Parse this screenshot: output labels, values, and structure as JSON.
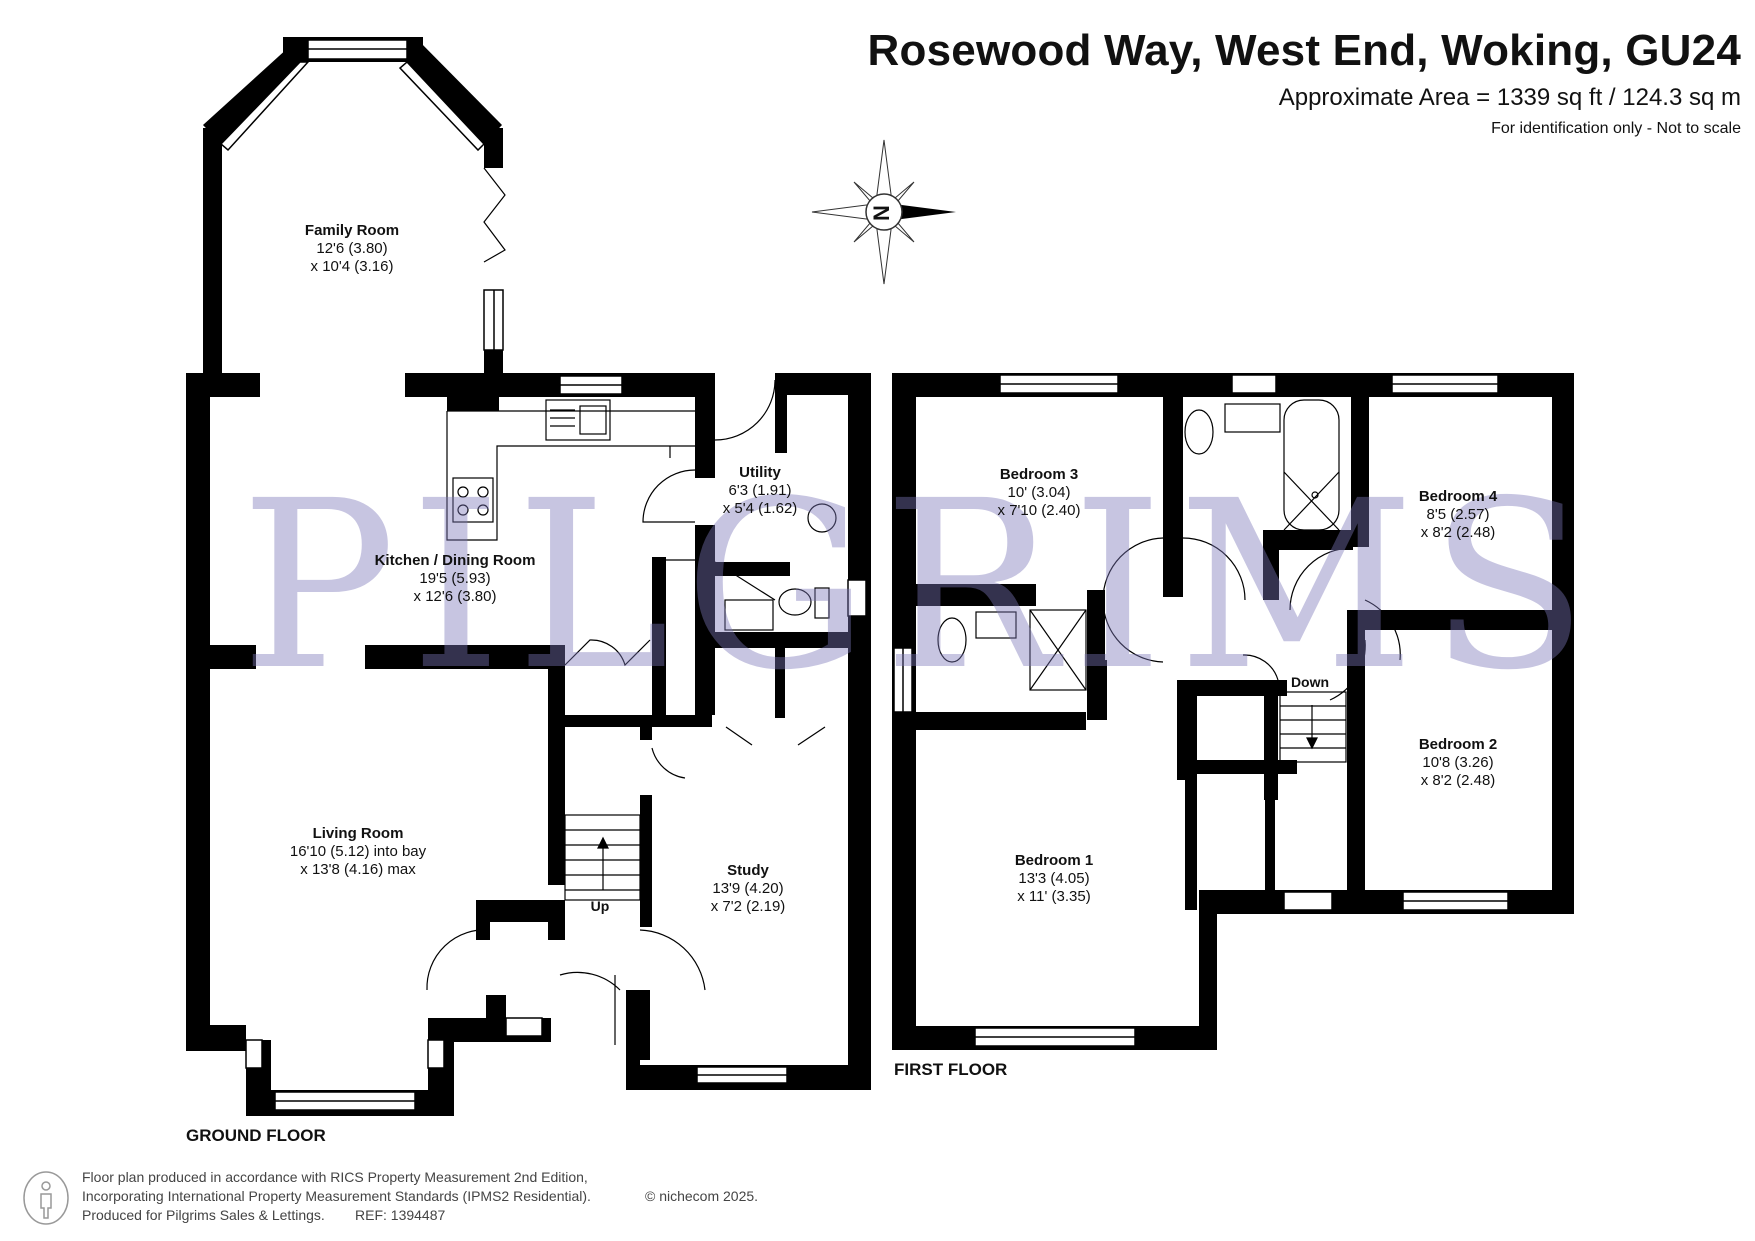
{
  "header": {
    "title": "Rosewood Way, West End, Woking, GU24",
    "area": "Approximate Area = 1339 sq ft / 124.3 sq m",
    "note": "For identification only - Not to scale"
  },
  "compass": {
    "letter": "N"
  },
  "watermark": {
    "text": "PILGRIMS",
    "color": "#7c77b9"
  },
  "floors": {
    "ground": {
      "label": "GROUND FLOOR",
      "stair_label": "Up",
      "rooms": [
        {
          "name": "Family Room",
          "dims": [
            "12'6 (3.80)",
            "x 10'4 (3.16)"
          ]
        },
        {
          "name": "Kitchen / Dining Room",
          "dims": [
            "19'5 (5.93)",
            "x 12'6 (3.80)"
          ]
        },
        {
          "name": "Utility",
          "dims": [
            "6'3 (1.91)",
            "x 5'4 (1.62)"
          ]
        },
        {
          "name": "Living Room",
          "dims": [
            "16'10 (5.12) into bay",
            "x 13'8 (4.16) max"
          ]
        },
        {
          "name": "Study",
          "dims": [
            "13'9 (4.20)",
            "x 7'2 (2.19)"
          ]
        }
      ]
    },
    "first": {
      "label": "FIRST FLOOR",
      "stair_label": "Down",
      "rooms": [
        {
          "name": "Bedroom 3",
          "dims": [
            "10' (3.04)",
            "x 7'10 (2.40)"
          ]
        },
        {
          "name": "Bedroom 4",
          "dims": [
            "8'5 (2.57)",
            "x 8'2 (2.48)"
          ]
        },
        {
          "name": "Bedroom 2",
          "dims": [
            "10'8 (3.26)",
            "x 8'2 (2.48)"
          ]
        },
        {
          "name": "Bedroom 1",
          "dims": [
            "13'3 (4.05)",
            "x 11' (3.35)"
          ]
        }
      ]
    }
  },
  "footer": {
    "line1": "Floor plan produced in accordance with RICS Property Measurement 2nd Edition,",
    "line2": "Incorporating International Property Measurement Standards (IPMS2 Residential).",
    "copyright": "© nichecom 2025.",
    "line3": "Produced for Pilgrims Sales & Lettings.",
    "ref": "REF: 1394487"
  },
  "colors": {
    "wall": "#000000",
    "text": "#111111",
    "footer_text": "#444444"
  }
}
